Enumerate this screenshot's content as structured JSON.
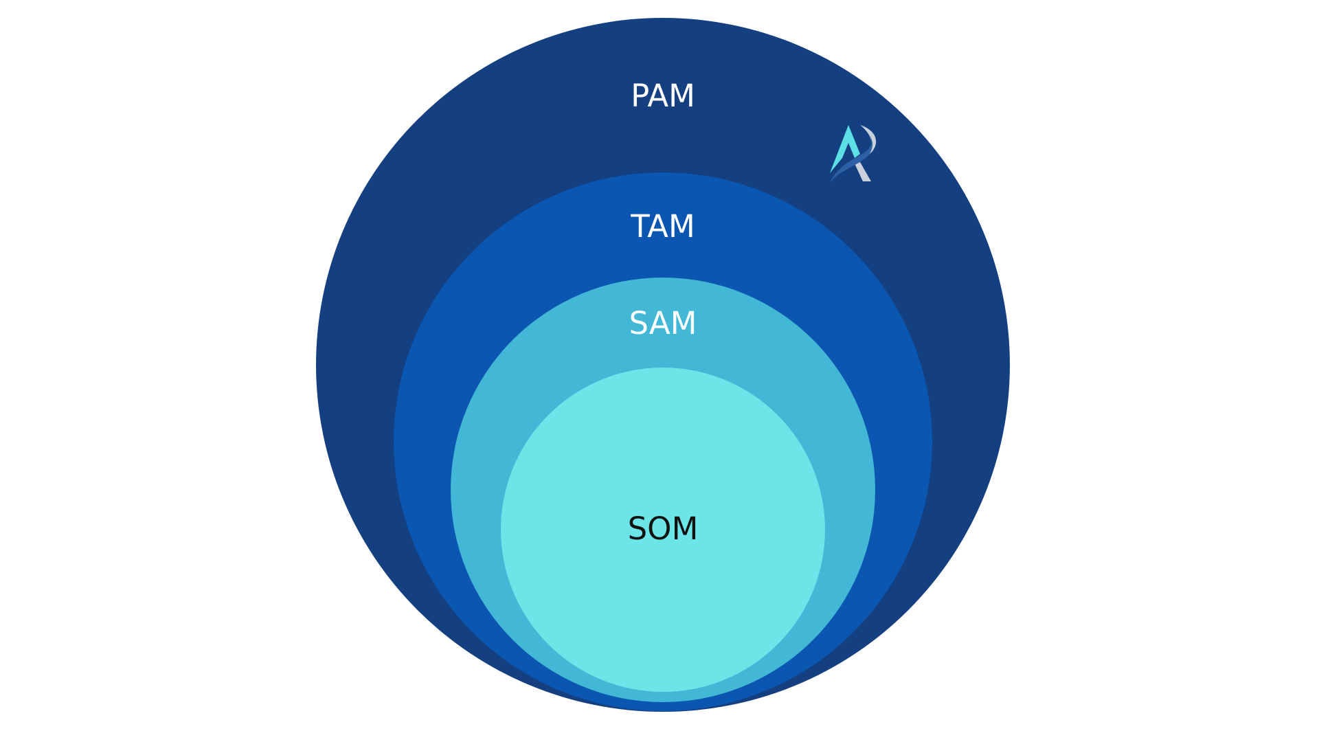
{
  "diagram": {
    "type": "nested-circles",
    "layers": [
      {
        "key": "pam",
        "label": "PAM",
        "color": "#143F80",
        "text_color": "#FFFFFF"
      },
      {
        "key": "tam",
        "label": "TAM",
        "color": "#0A56B1",
        "text_color": "#FFFFFF"
      },
      {
        "key": "sam",
        "label": "SAM",
        "color": "#43B8D6",
        "text_color": "#FFFFFF"
      },
      {
        "key": "som",
        "label": "SOM",
        "color": "#6BE5E8",
        "text_color": "#111111"
      }
    ]
  },
  "logo": {
    "icon": "stylized-letter-a-logo",
    "colors": [
      "#5CE0E6",
      "#2C5FA6",
      "#C9D1DC"
    ]
  }
}
